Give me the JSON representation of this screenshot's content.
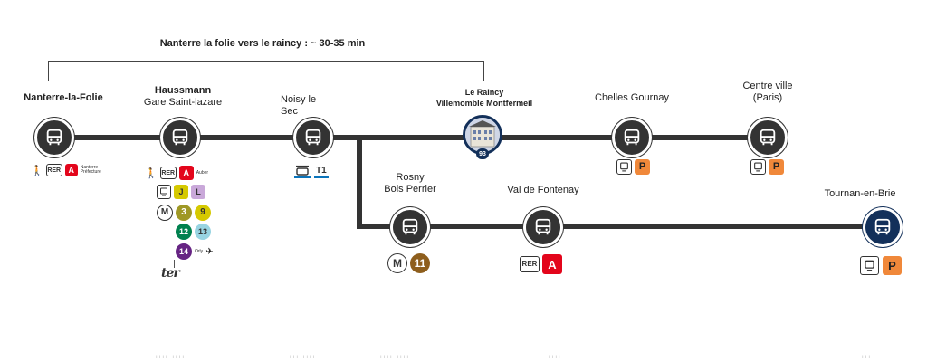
{
  "title": "Nanterre la folie vers le raincy : ~ 30-35 min",
  "stations": {
    "nanterre": {
      "name": "Nanterre-la-Folie",
      "rer_label": "RER",
      "line_a": "A",
      "note": "Nanterre Préfecture"
    },
    "haussmann": {
      "name": "Haussmann",
      "subname": "Gare Saint-lazare",
      "rer_label": "RER",
      "line_a": "A",
      "line_a_note": "Auber",
      "line_j": "J",
      "line_l": "L",
      "metro_m": "M",
      "metro_3": "3",
      "metro_9": "9",
      "metro_12": "12",
      "metro_13": "13",
      "metro_14": "14",
      "metro_14_note": "Orly",
      "ter": "ter"
    },
    "noisy": {
      "name_1": "Noisy le",
      "name_2": "Sec",
      "tram": "T1"
    },
    "raincy": {
      "name_1": "Le Raincy",
      "name_2": "Villemomble Montfermeil",
      "badge": "93"
    },
    "chelles": {
      "name": "Chelles Gournay",
      "parking": "P"
    },
    "centre": {
      "name_1": "Centre ville",
      "name_2": "(Paris)",
      "parking": "P"
    },
    "rosny": {
      "name_1": "Rosny",
      "name_2": "Bois Perrier",
      "metro_m": "M",
      "metro_11": "11"
    },
    "fontenay": {
      "name": "Val de Fontenay",
      "rer_label": "RER",
      "line_a": "A"
    },
    "tournan": {
      "name": "Tournan-en-Brie",
      "parking": "P"
    }
  },
  "colors": {
    "rer_a": "#e3051b",
    "line_j": "#d5c900",
    "line_l": "#c9a8d9",
    "metro_3": "#9f9825",
    "metro_9": "#d5c900",
    "metro_11": "#8e5e1d",
    "metro_12": "#00814f",
    "metro_13": "#98d4e2",
    "metro_14": "#662483",
    "parking": "#f0883a",
    "tram": "#0b74bb",
    "accent_dark": "#13305a"
  },
  "footer_ticks": [
    "ıııı ıııı",
    "ııı ıııı",
    "ıııı ıııı",
    "ıııı",
    "ııı"
  ]
}
